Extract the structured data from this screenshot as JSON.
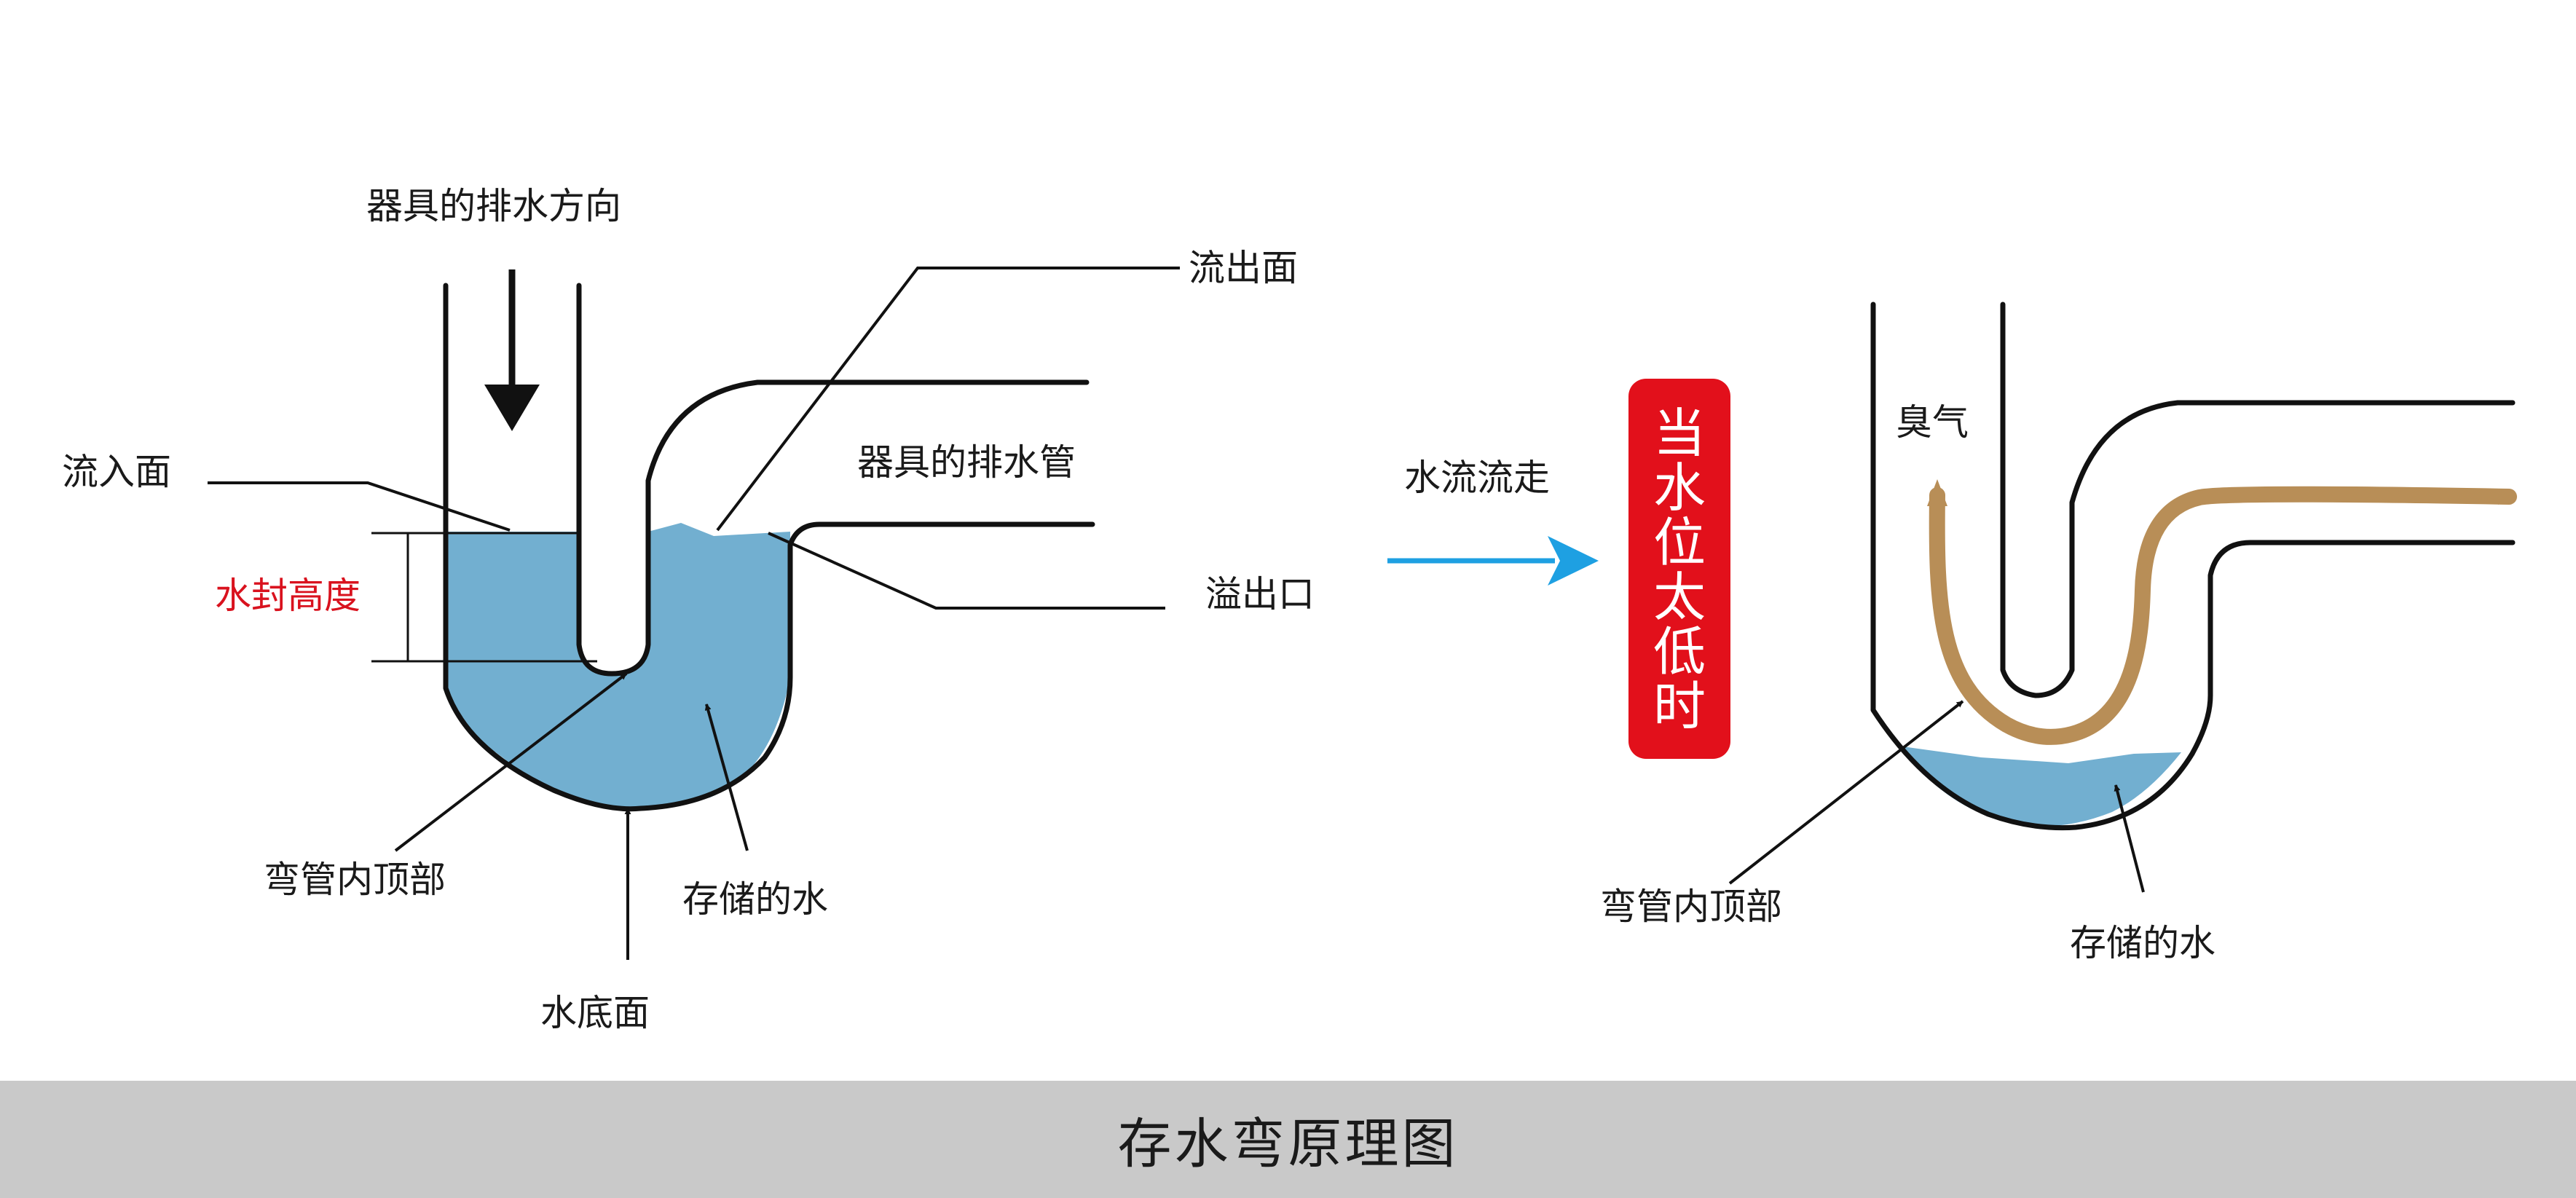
{
  "labels": {
    "drain_direction": "器具的排水方向",
    "outflow_surface": "流出面",
    "inflow_surface": "流入面",
    "fixture_drain_pipe": "器具的排水管",
    "overflow_outlet": "溢出口",
    "seal_height": "水封高度",
    "crown_left": "弯管内顶部",
    "stored_water_left": "存储的水",
    "water_bottom": "水底面",
    "water_flow_away": "水流流走",
    "odor": "臭气",
    "crown_right": "弯管内顶部",
    "stored_water_right": "存储的水"
  },
  "badge": {
    "chars": [
      "当",
      "水",
      "位",
      "太",
      "低",
      "时"
    ]
  },
  "footer": {
    "title": "存水弯原理图"
  },
  "colors": {
    "water": "#72afd0",
    "odor": "#b88e57",
    "badge": "#e2101b",
    "arrow": "#1ea0e2",
    "seal_label": "#d9121e",
    "footer_bg": "#c9c9c9"
  }
}
